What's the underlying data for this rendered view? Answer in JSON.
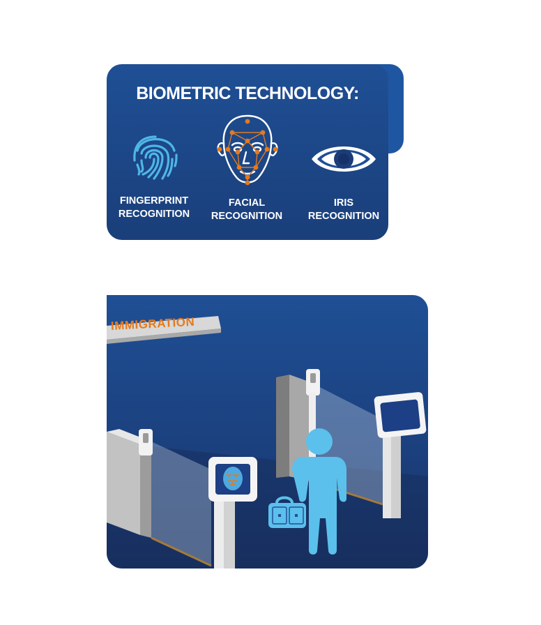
{
  "card": {
    "heading": "BIOMETRIC TECHNOLOGY:",
    "items": [
      {
        "icon": "fingerprint-icon",
        "line1": "FINGERPRINT",
        "line2": "RECOGNITION"
      },
      {
        "icon": "face-mesh-icon",
        "line1": "FACIAL",
        "line2": "RECOGNITION"
      },
      {
        "icon": "eye-icon",
        "line1": "IRIS",
        "line2": "RECOGNITION"
      }
    ]
  },
  "scene": {
    "sign": "IMMIGRATION",
    "icons": [
      "biometric-gate",
      "traveler-figure",
      "suitcase-icon",
      "face-scan-screen"
    ]
  },
  "colors": {
    "panel": "#1f4f95",
    "accent": "#e37a1f",
    "figure": "#5bc0eb"
  }
}
